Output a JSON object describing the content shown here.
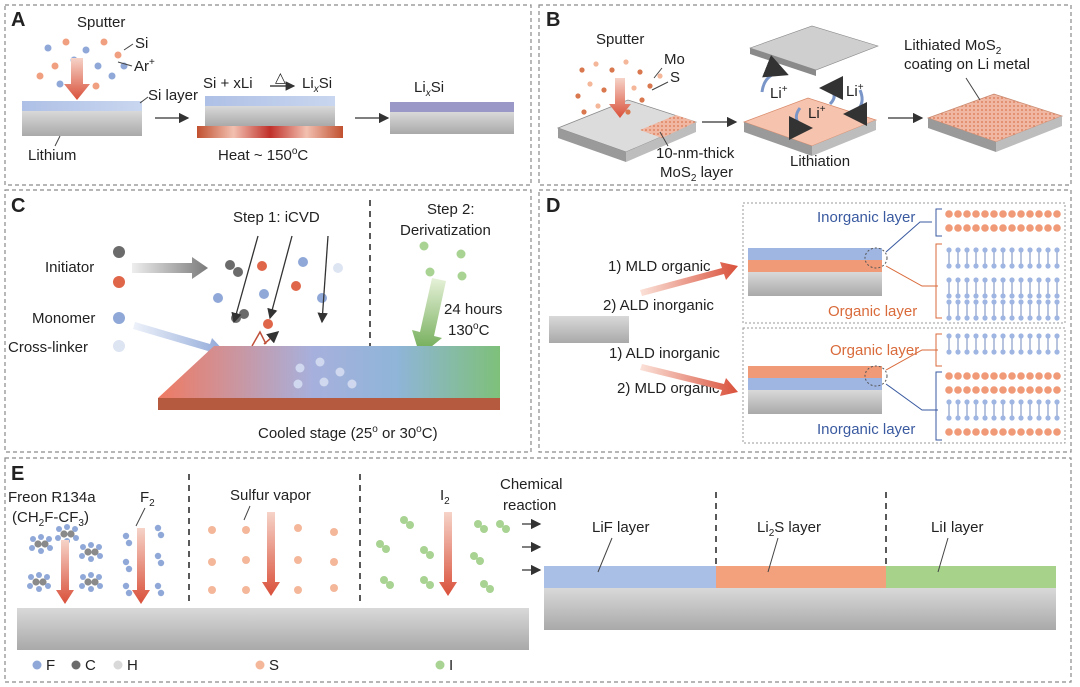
{
  "colors": {
    "si_blue": "#8fa8d8",
    "ar_orange": "#f0a080",
    "mo_orange": "#d9784f",
    "s_peach": "#f4b79a",
    "substrate_gray": "#b5b5b5",
    "organic_orange": "#f19a78",
    "inorganic_blue": "#9fb6e2",
    "lif_blue": "#a9bfe6",
    "li2s_orange": "#f3a07c",
    "lii_green": "#a6d28a",
    "i_green": "#a8d392",
    "red_arrow": "#d9503a",
    "text_blue": "#3a5aa0",
    "text_orange": "#d96a3a"
  },
  "panel_a": {
    "label": "A",
    "sputter": "Sputter",
    "si": "Si",
    "ar_base": "Ar",
    "ar_sup": "+",
    "si_layer": "Si layer",
    "lithium": "Lithium",
    "reaction_left": "Si + xLi",
    "reaction_delta": "△",
    "reaction_right_base": "Li",
    "reaction_right_sub": "x",
    "reaction_right_end": "Si",
    "heat": "Heat ~ 150",
    "heat_sup": "o",
    "heat_unit": "C",
    "product_base": "Li",
    "product_sub": "x",
    "product_end": "Si"
  },
  "panel_b": {
    "label": "B",
    "sputter": "Sputter",
    "mo": "Mo",
    "s": "S",
    "thick_line1": "10-nm-thick",
    "thick_line2_base": "MoS",
    "thick_line2_sub": "2",
    "thick_line2_end": " layer",
    "li_base": "Li",
    "li_sup": "+",
    "lithiation": "Lithiation",
    "result_line1_base": "Lithiated MoS",
    "result_line1_sub": "2",
    "result_line2": "coating on Li metal"
  },
  "panel_c": {
    "label": "C",
    "step1": "Step 1: iCVD",
    "step2_line1": "Step 2:",
    "step2_line2": "Derivatization",
    "initiator": "Initiator",
    "monomer": "Monomer",
    "crosslinker": "Cross-linker",
    "hours": "24 hours",
    "temp": "130",
    "temp_sup": "o",
    "temp_unit": "C",
    "stage_pre": "Cooled stage (25",
    "stage_sup1": "o",
    "stage_mid": " or 30",
    "stage_sup2": "o",
    "stage_end": "C)"
  },
  "panel_d": {
    "label": "D",
    "top_step1": "1) MLD organic",
    "top_step2": "2) ALD inorganic",
    "bottom_step1": "1) ALD inorganic",
    "bottom_step2": "2) MLD organic",
    "inorganic_layer": "Inorganic layer",
    "organic_layer": "Organic layer"
  },
  "panel_e": {
    "label": "E",
    "freon": "Freon R134a",
    "formula_open": "(CH",
    "formula_sub1": "2",
    "formula_mid": "F-CF",
    "formula_sub2": "3",
    "formula_close": ")",
    "f2_base": "F",
    "f2_sub": "2",
    "sulfur": "Sulfur vapor",
    "i2_base": "I",
    "i2_sub": "2",
    "chem_line1": "Chemical",
    "chem_line2": "reaction",
    "lif": "LiF layer",
    "li2s_base": "Li",
    "li2s_sub": "2",
    "li2s_end": "S layer",
    "lii": "LiI layer",
    "legend_f": "F",
    "legend_c": "C",
    "legend_h": "H",
    "legend_s": "S",
    "legend_i": "I"
  }
}
